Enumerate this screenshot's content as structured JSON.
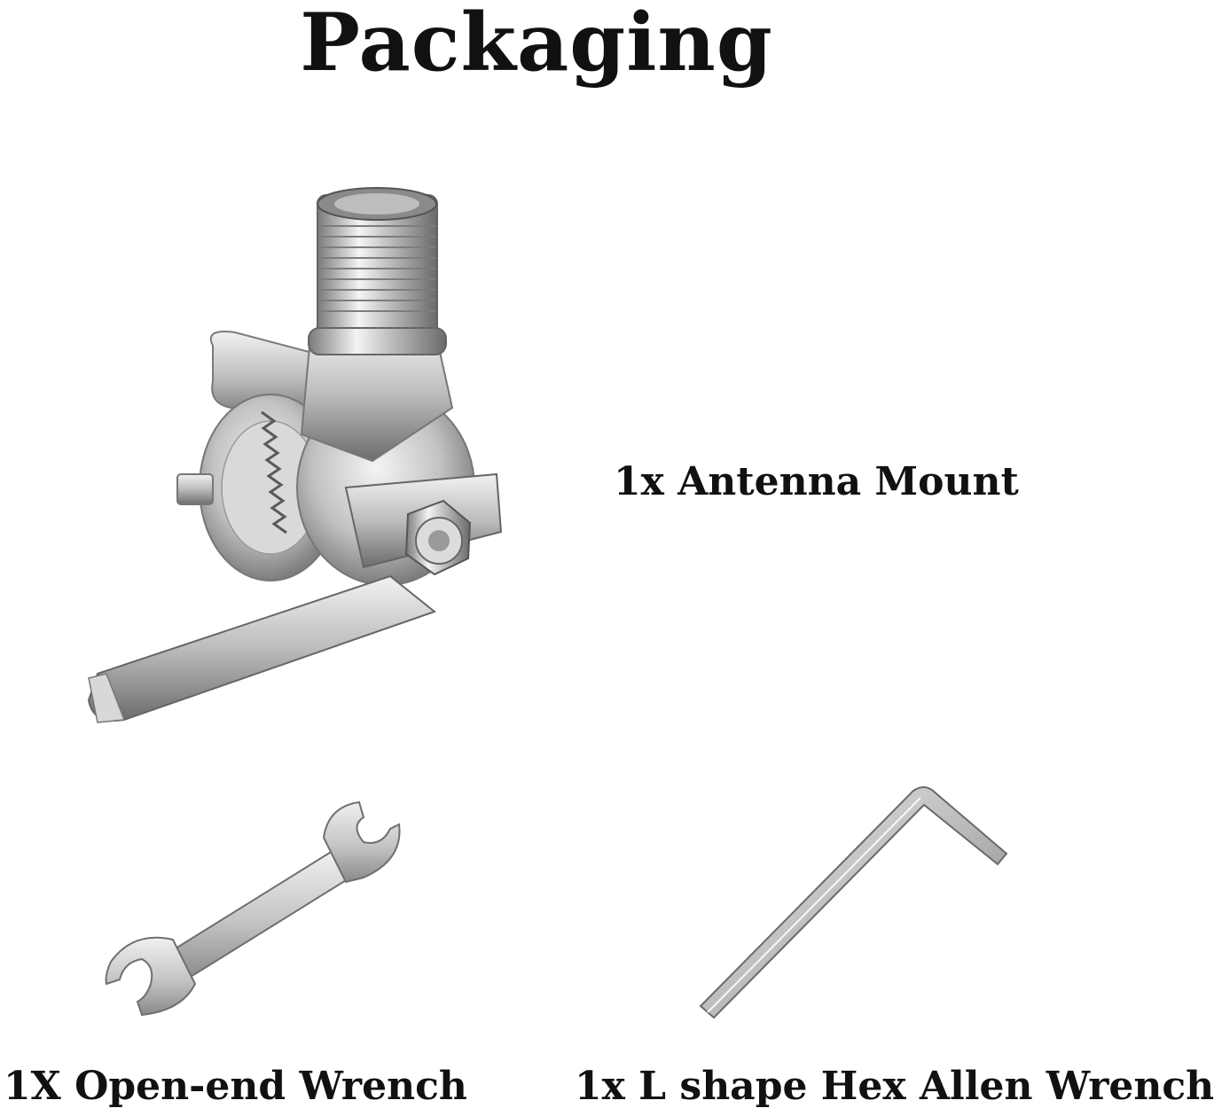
{
  "title": "Packaging",
  "items": [
    {
      "label": "1x Antenna Mount",
      "icon": "antenna-mount-icon"
    },
    {
      "label": "1X Open-end Wrench",
      "icon": "open-end-wrench-icon"
    },
    {
      "label": "1x L shape Hex Allen Wrench",
      "icon": "hex-allen-wrench-icon"
    }
  ],
  "colors": {
    "background": "#ffffff",
    "text": "#111111",
    "metal_light": "#e9e9e9",
    "metal_mid": "#b9b9b9",
    "metal_dark": "#6f6f6f"
  }
}
